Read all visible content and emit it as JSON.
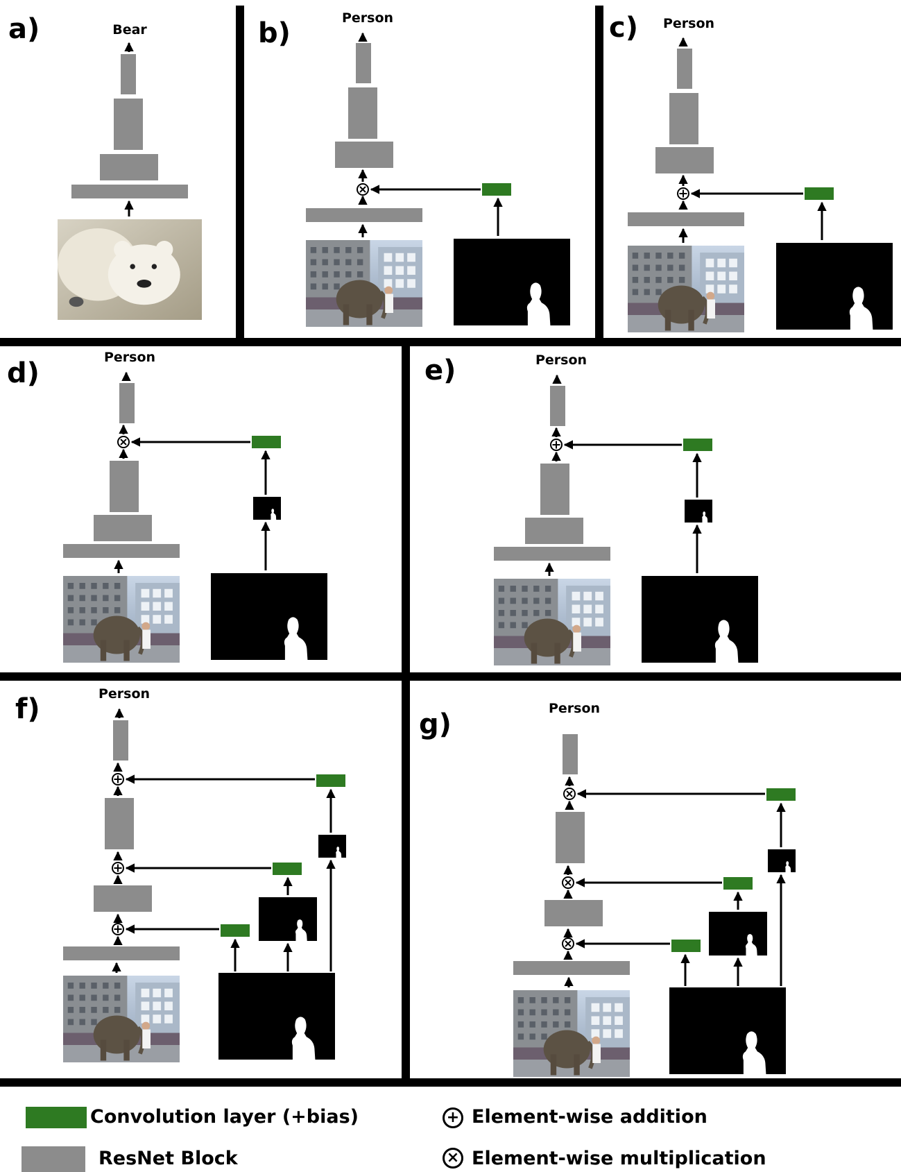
{
  "panels": {
    "a": {
      "label": "a)",
      "output": "Bear"
    },
    "b": {
      "label": "b)",
      "output": "Person"
    },
    "c": {
      "label": "c)",
      "output": "Person"
    },
    "d": {
      "label": "d)",
      "output": "Person"
    },
    "e": {
      "label": "e)",
      "output": "Person"
    },
    "f": {
      "label": "f)",
      "output": "Person"
    },
    "g": {
      "label": "g)",
      "output": "Person"
    }
  },
  "legend": {
    "conv": "Convolution layer (+bias)",
    "resnet": "ResNet Block",
    "add": "Element-wise addition",
    "mul": "Element-wise multiplication"
  },
  "colors": {
    "conv_green": "#2e7a22",
    "resnet_gray": "#8c8c8c",
    "divider": "#000000",
    "mask_bg": "#000000",
    "mask_silhouette": "#ffffff"
  },
  "icons": {
    "add": "circled-plus-icon",
    "mul": "circled-times-icon",
    "arrow": "arrow-up-icon"
  }
}
